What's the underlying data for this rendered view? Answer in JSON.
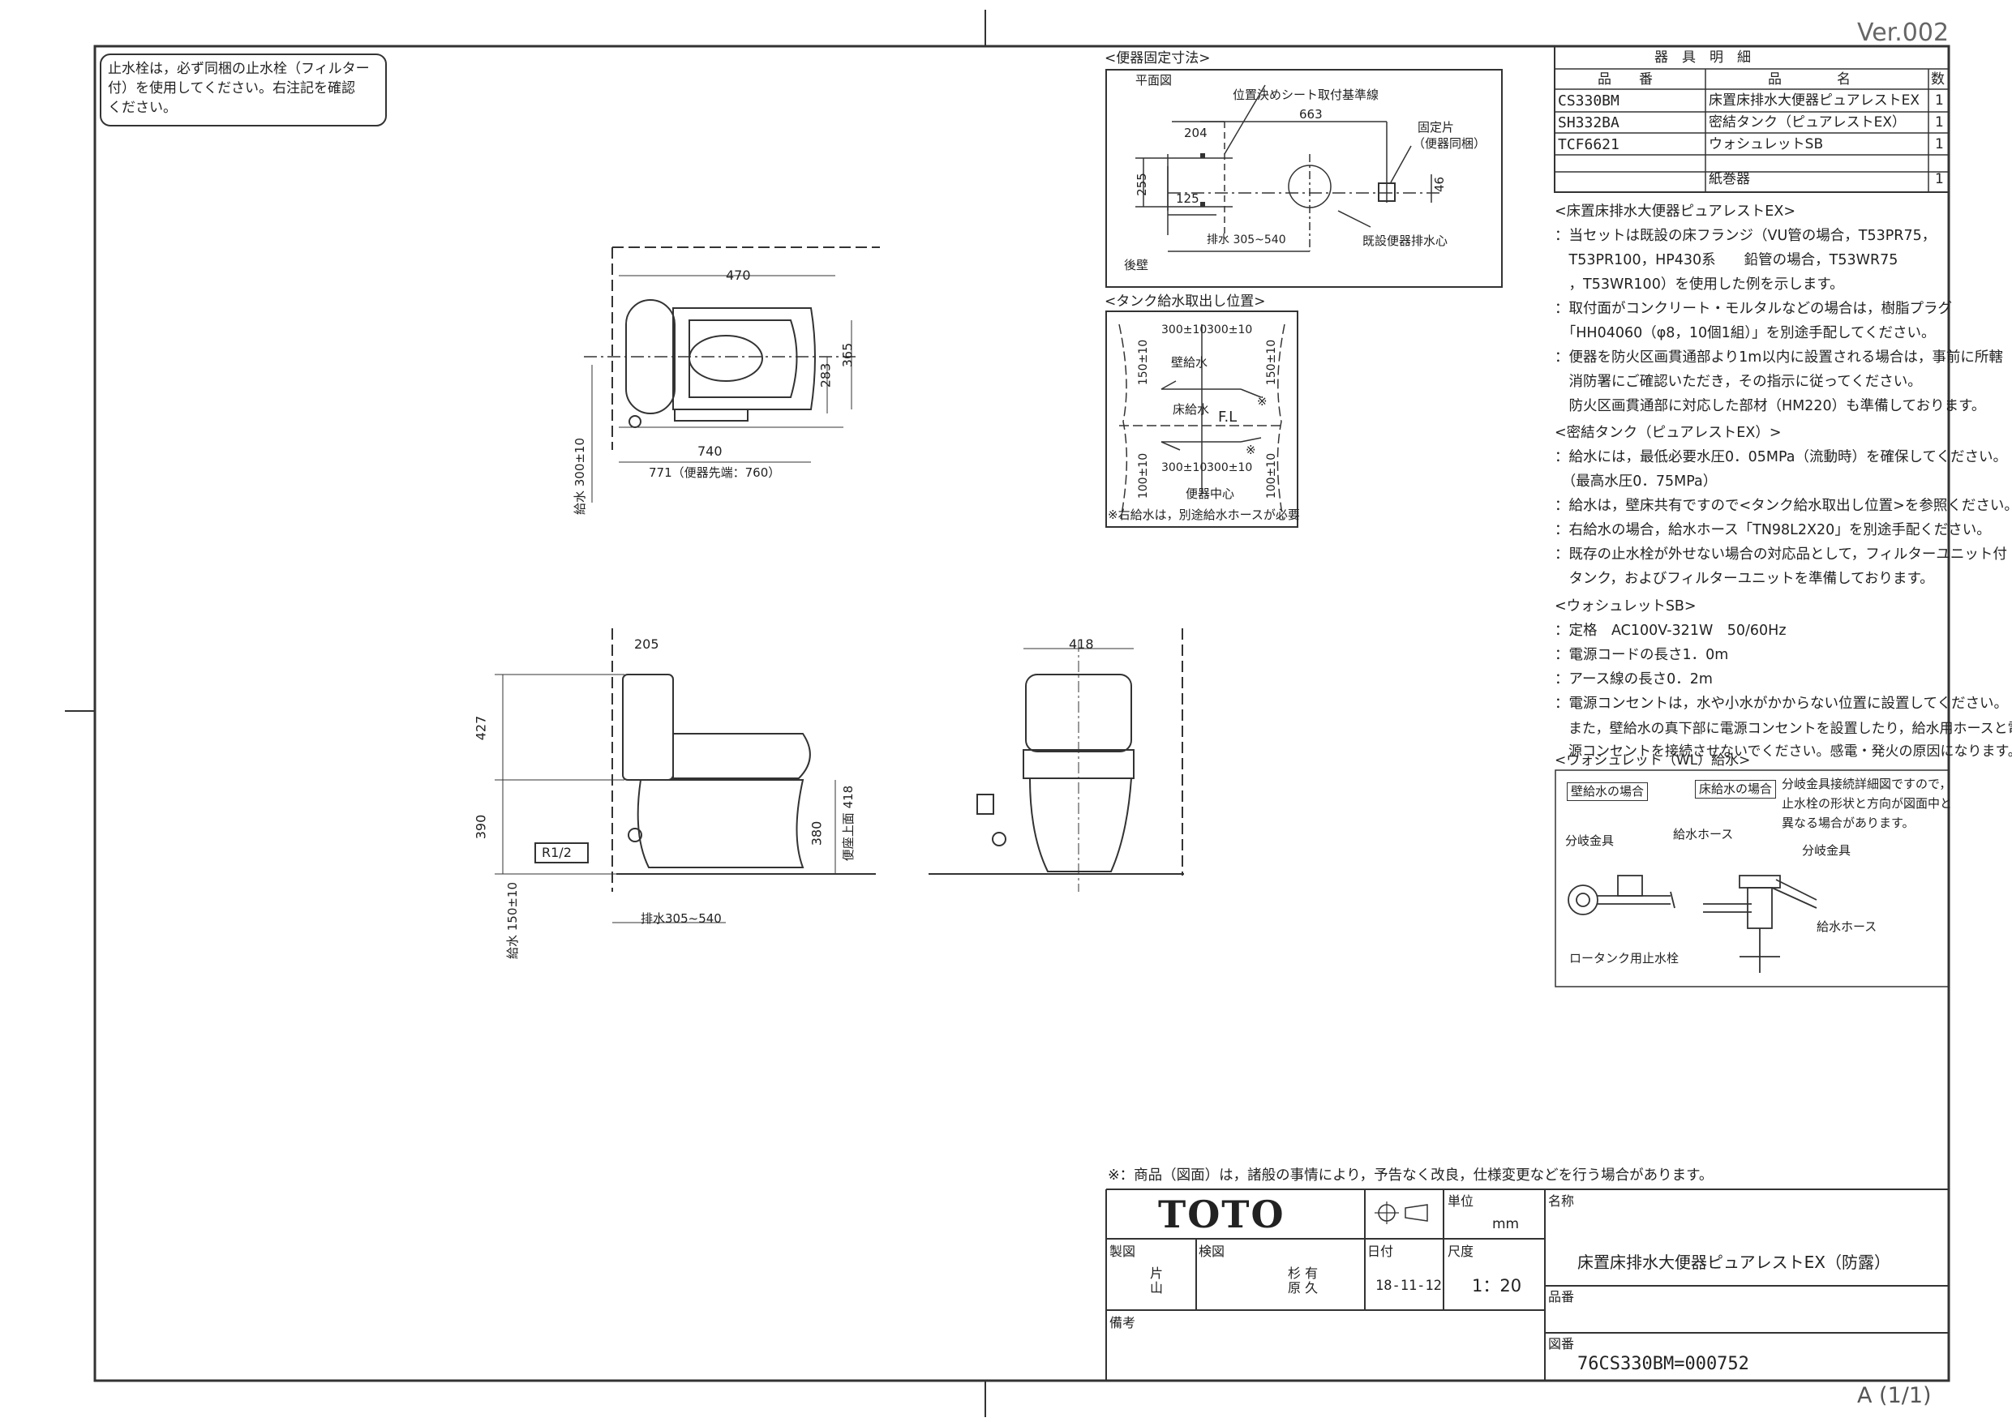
{
  "version": "Ver.002",
  "sheet_mark": "A (1/1)",
  "top_note": [
    "止水栓は，必ず同梱の止水栓（フィルター",
    "付）を使用してください。右注記を確認",
    "ください。"
  ],
  "fixing_section": {
    "title": "<便器固定寸法>",
    "plan_label": "平面図",
    "seat_line_label": "位置決めシート取付基準線",
    "fixing_label_1": "固定片",
    "fixing_label_2": "（便器同梱）",
    "drain_center_label": "既設便器排水心",
    "rear_wall_label": "後壁",
    "dims": {
      "d663": "663",
      "d204": "204",
      "d255": "255",
      "d125": "125",
      "d46": "46",
      "drain": "排水 305~540"
    }
  },
  "tank_section": {
    "title": "<タンク給水取出し位置>",
    "wall_supply": "壁給水",
    "floor_supply": "床給水",
    "fl": "F.L",
    "center": "便器中心",
    "note": "※右給水は，別途給水ホースが必要",
    "dims": {
      "h300a": "300±10",
      "h300b": "300±10",
      "v150a": "150±10",
      "v150b": "150±10",
      "v100a": "100±10",
      "v100b": "100±10",
      "mark": "※"
    }
  },
  "views": {
    "plan": {
      "w470": "470",
      "h365": "365",
      "h283": "283",
      "l740": "740",
      "l771": "771（便器先端：760）",
      "supply": "給水 300±10"
    },
    "side": {
      "w205": "205",
      "h427": "427",
      "h390": "390",
      "h380": "380",
      "seat": "便座上面 418",
      "r12": "R1/2",
      "drain": "排水305~540",
      "supply": "給水 150±10"
    },
    "front": {
      "w418": "418"
    }
  },
  "parts_table": {
    "title": "器　具　明　細",
    "headers": [
      "品　　番",
      "品　　　　名",
      "数"
    ],
    "rows": [
      {
        "code": "CS330BM",
        "name": "床置床排水大便器ピュアレストEX",
        "qty": "1"
      },
      {
        "code": "SH332BA",
        "name": "密結タンク（ピュアレストEX）",
        "qty": "1"
      },
      {
        "code": "TCF6621",
        "name": "ウォシュレットSB",
        "qty": "1"
      },
      {
        "code": "",
        "name": "紙巻器",
        "qty": "1"
      }
    ]
  },
  "notes": [
    "<床置床排水大便器ピュアレストEX>",
    "：当セットは既設の床フランジ（VU管の場合，T53PR75，",
    "　T53PR100，HP430系　　鉛管の場合，T53WR75",
    "　，T53WR100）を使用した例を示します。",
    "：取付面がコンクリート・モルタルなどの場合は，樹脂プラグ",
    "　「HH04060（φ8，10個1組）」を別途手配してください。",
    "：便器を防火区画貫通部より1m以内に設置される場合は，事前に所轄",
    "　消防署にご確認いただき，その指示に従ってください。",
    "　防火区画貫通部に対応した部材（HM220）も準備しております。",
    "<密結タンク（ピュアレストEX）>",
    "：給水には，最低必要水圧0．05MPa（流動時）を確保してください。",
    "　（最高水圧0．75MPa）",
    "：給水は，壁床共有ですので<タンク給水取出し位置>を参照ください。",
    "：右給水の場合，給水ホース「TN98L2X20」を別途手配ください。",
    "：既存の止水栓が外せない場合の対応品として，フィルターユニット付",
    "　タンク，およびフィルターユニットを準備しております。",
    "<ウォシュレットSB>",
    "：定格　AC100V-321W　50/60Hz",
    "：電源コードの長さ1．0m",
    "：アース線の長さ0．2m",
    "：電源コンセントは，水や小水がかからない位置に設置してください。",
    "　また，壁給水の真下部に電源コンセントを設置したり，給水用ホースと電",
    "　源コンセントを接続させないでください。感電・発火の原因になります。"
  ],
  "washlet_wl": {
    "title": "<ウォシュレット（WL）給水>",
    "wall": "壁給水の場合",
    "floor": "床給水の場合",
    "desc": [
      "分岐金具接続詳細図ですので，",
      "止水栓の形状と方向が図面中と",
      "異なる場合があります。"
    ],
    "branch1": "分岐金具",
    "hose1": "給水ホース",
    "branch2": "分岐金具",
    "hose2": "給水ホース",
    "valve": "ロータンク用止水栓"
  },
  "disclaimer": "※：商品（図面）は，諸般の事情により，予告なく改良，仕様変更などを行う場合があります。",
  "title_block": {
    "logo": "TOTO",
    "unit_label": "単位",
    "unit_value": "mm",
    "name_label": "名称",
    "product_name": "床置床排水大便器ピュアレストEX（防露）",
    "made_label": "製図",
    "made_by": "片\n山",
    "check_label": "検図",
    "checked_by": "杉 有\n原 久",
    "date_label": "日付",
    "date": "18-11-12",
    "scale_label": "尺度",
    "scale": "1：20",
    "part_no_label": "品番",
    "remarks_label": "備考",
    "drawing_no_label": "図番",
    "drawing_no": "76CS330BM=000752"
  }
}
